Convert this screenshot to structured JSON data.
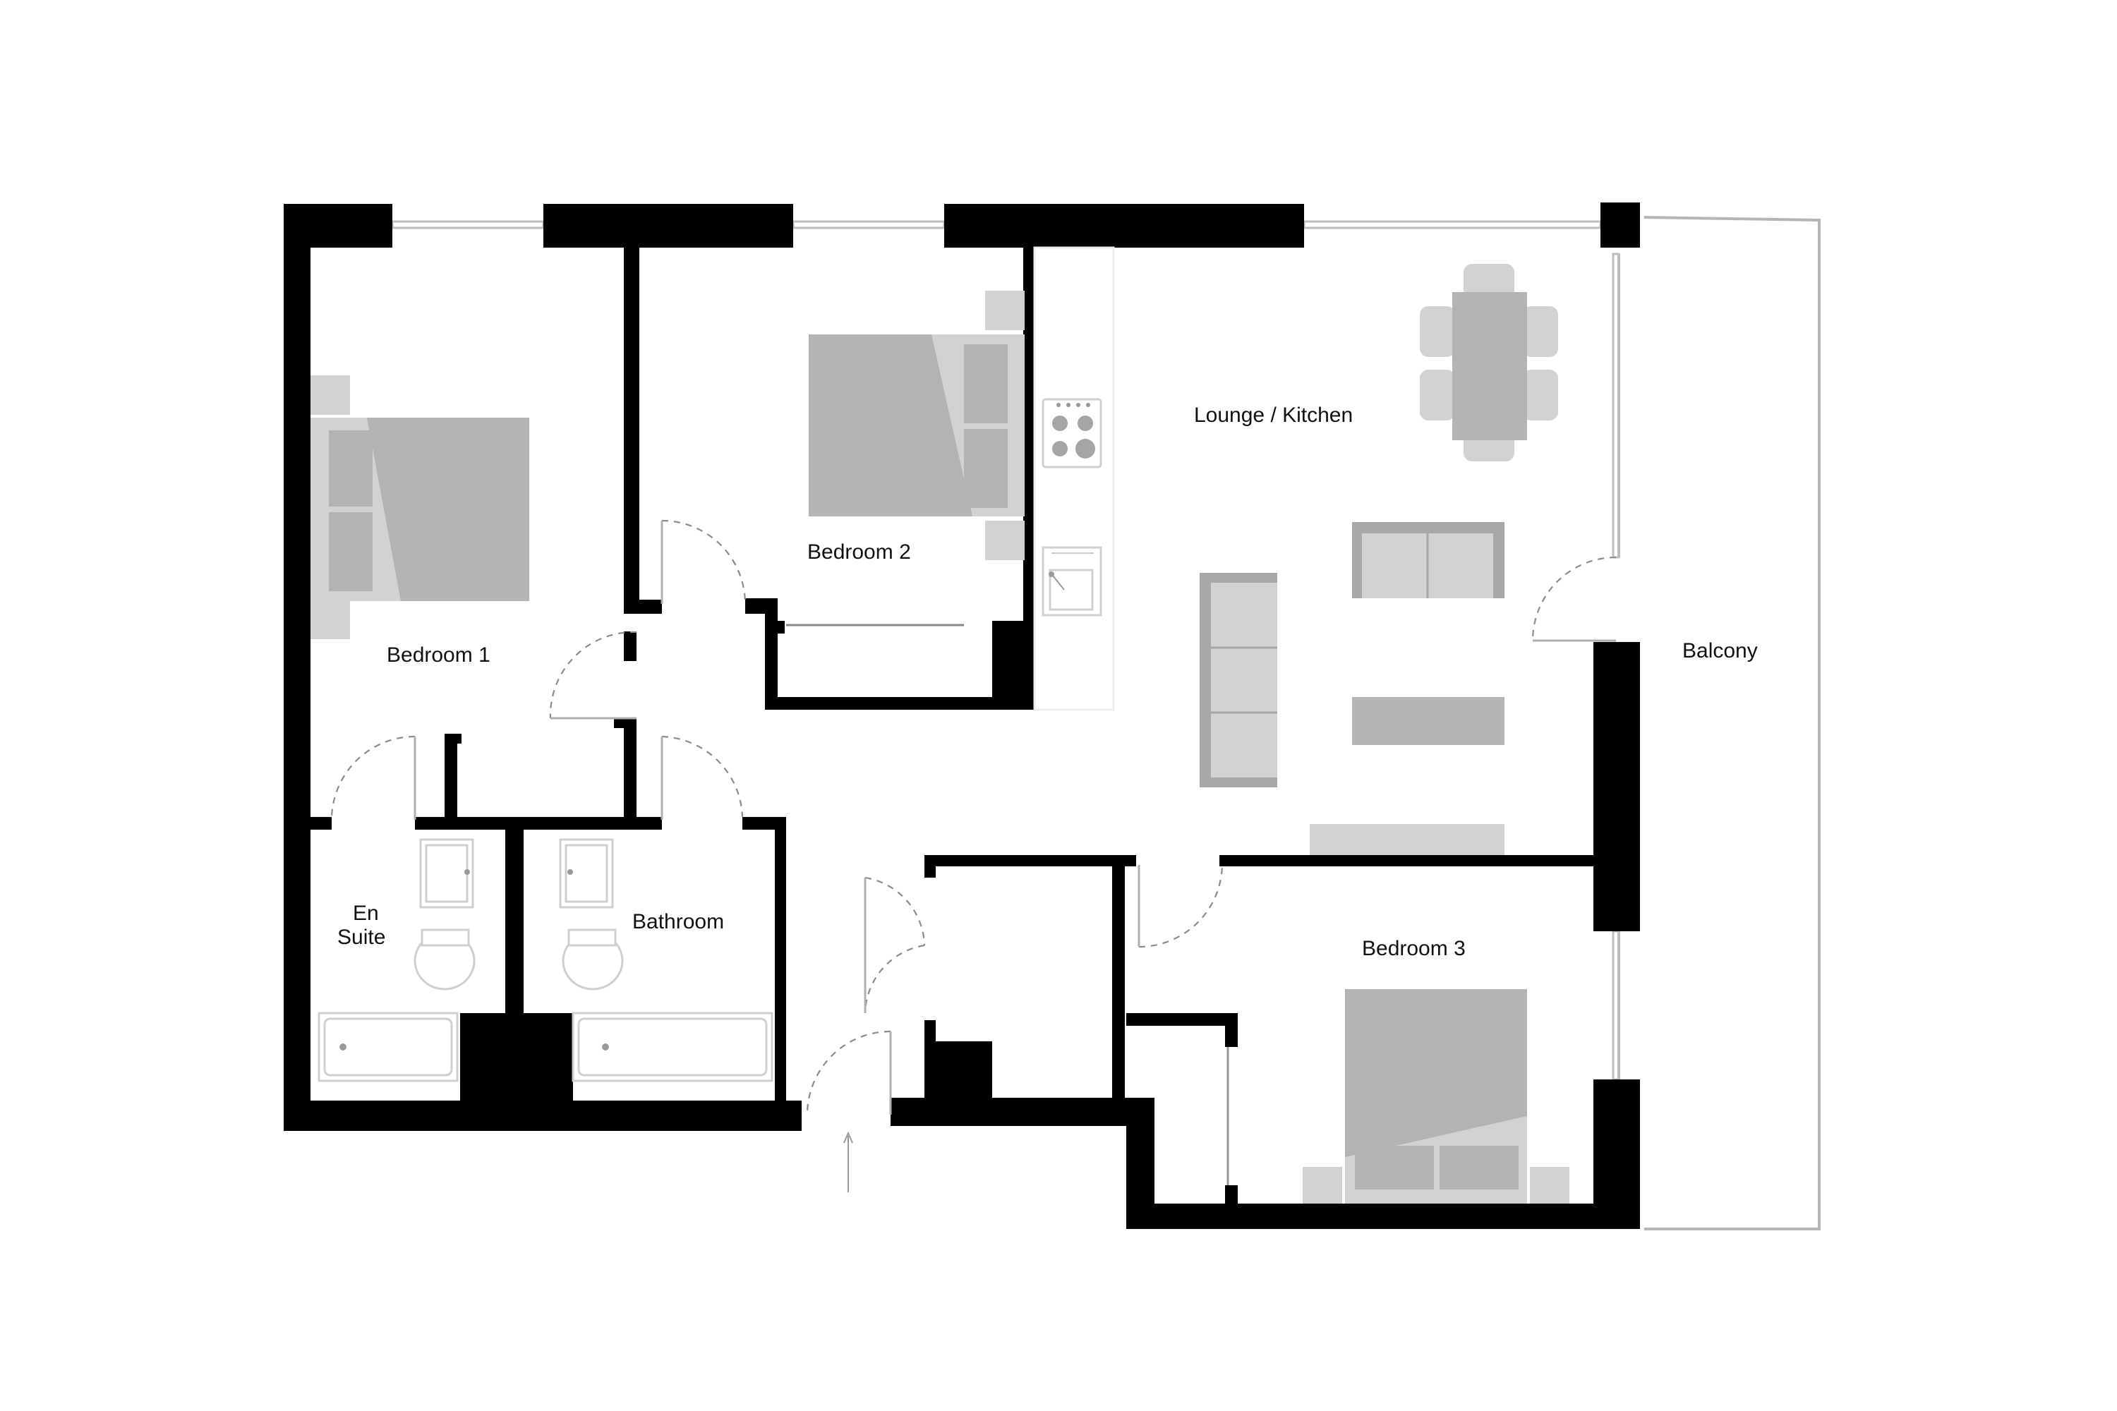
{
  "plan": {
    "rooms": {
      "bedroom1": "Bedroom 1",
      "bedroom2": "Bedroom 2",
      "bedroom3": "Bedroom 3",
      "lounge_kitchen": "Lounge / Kitchen",
      "balcony": "Balcony",
      "en_suite_line1": "En",
      "en_suite_line2": "Suite",
      "bathroom": "Bathroom"
    }
  },
  "colors": {
    "wall": "#000000",
    "furniture": "#b3b3b3",
    "background": "#ffffff"
  }
}
